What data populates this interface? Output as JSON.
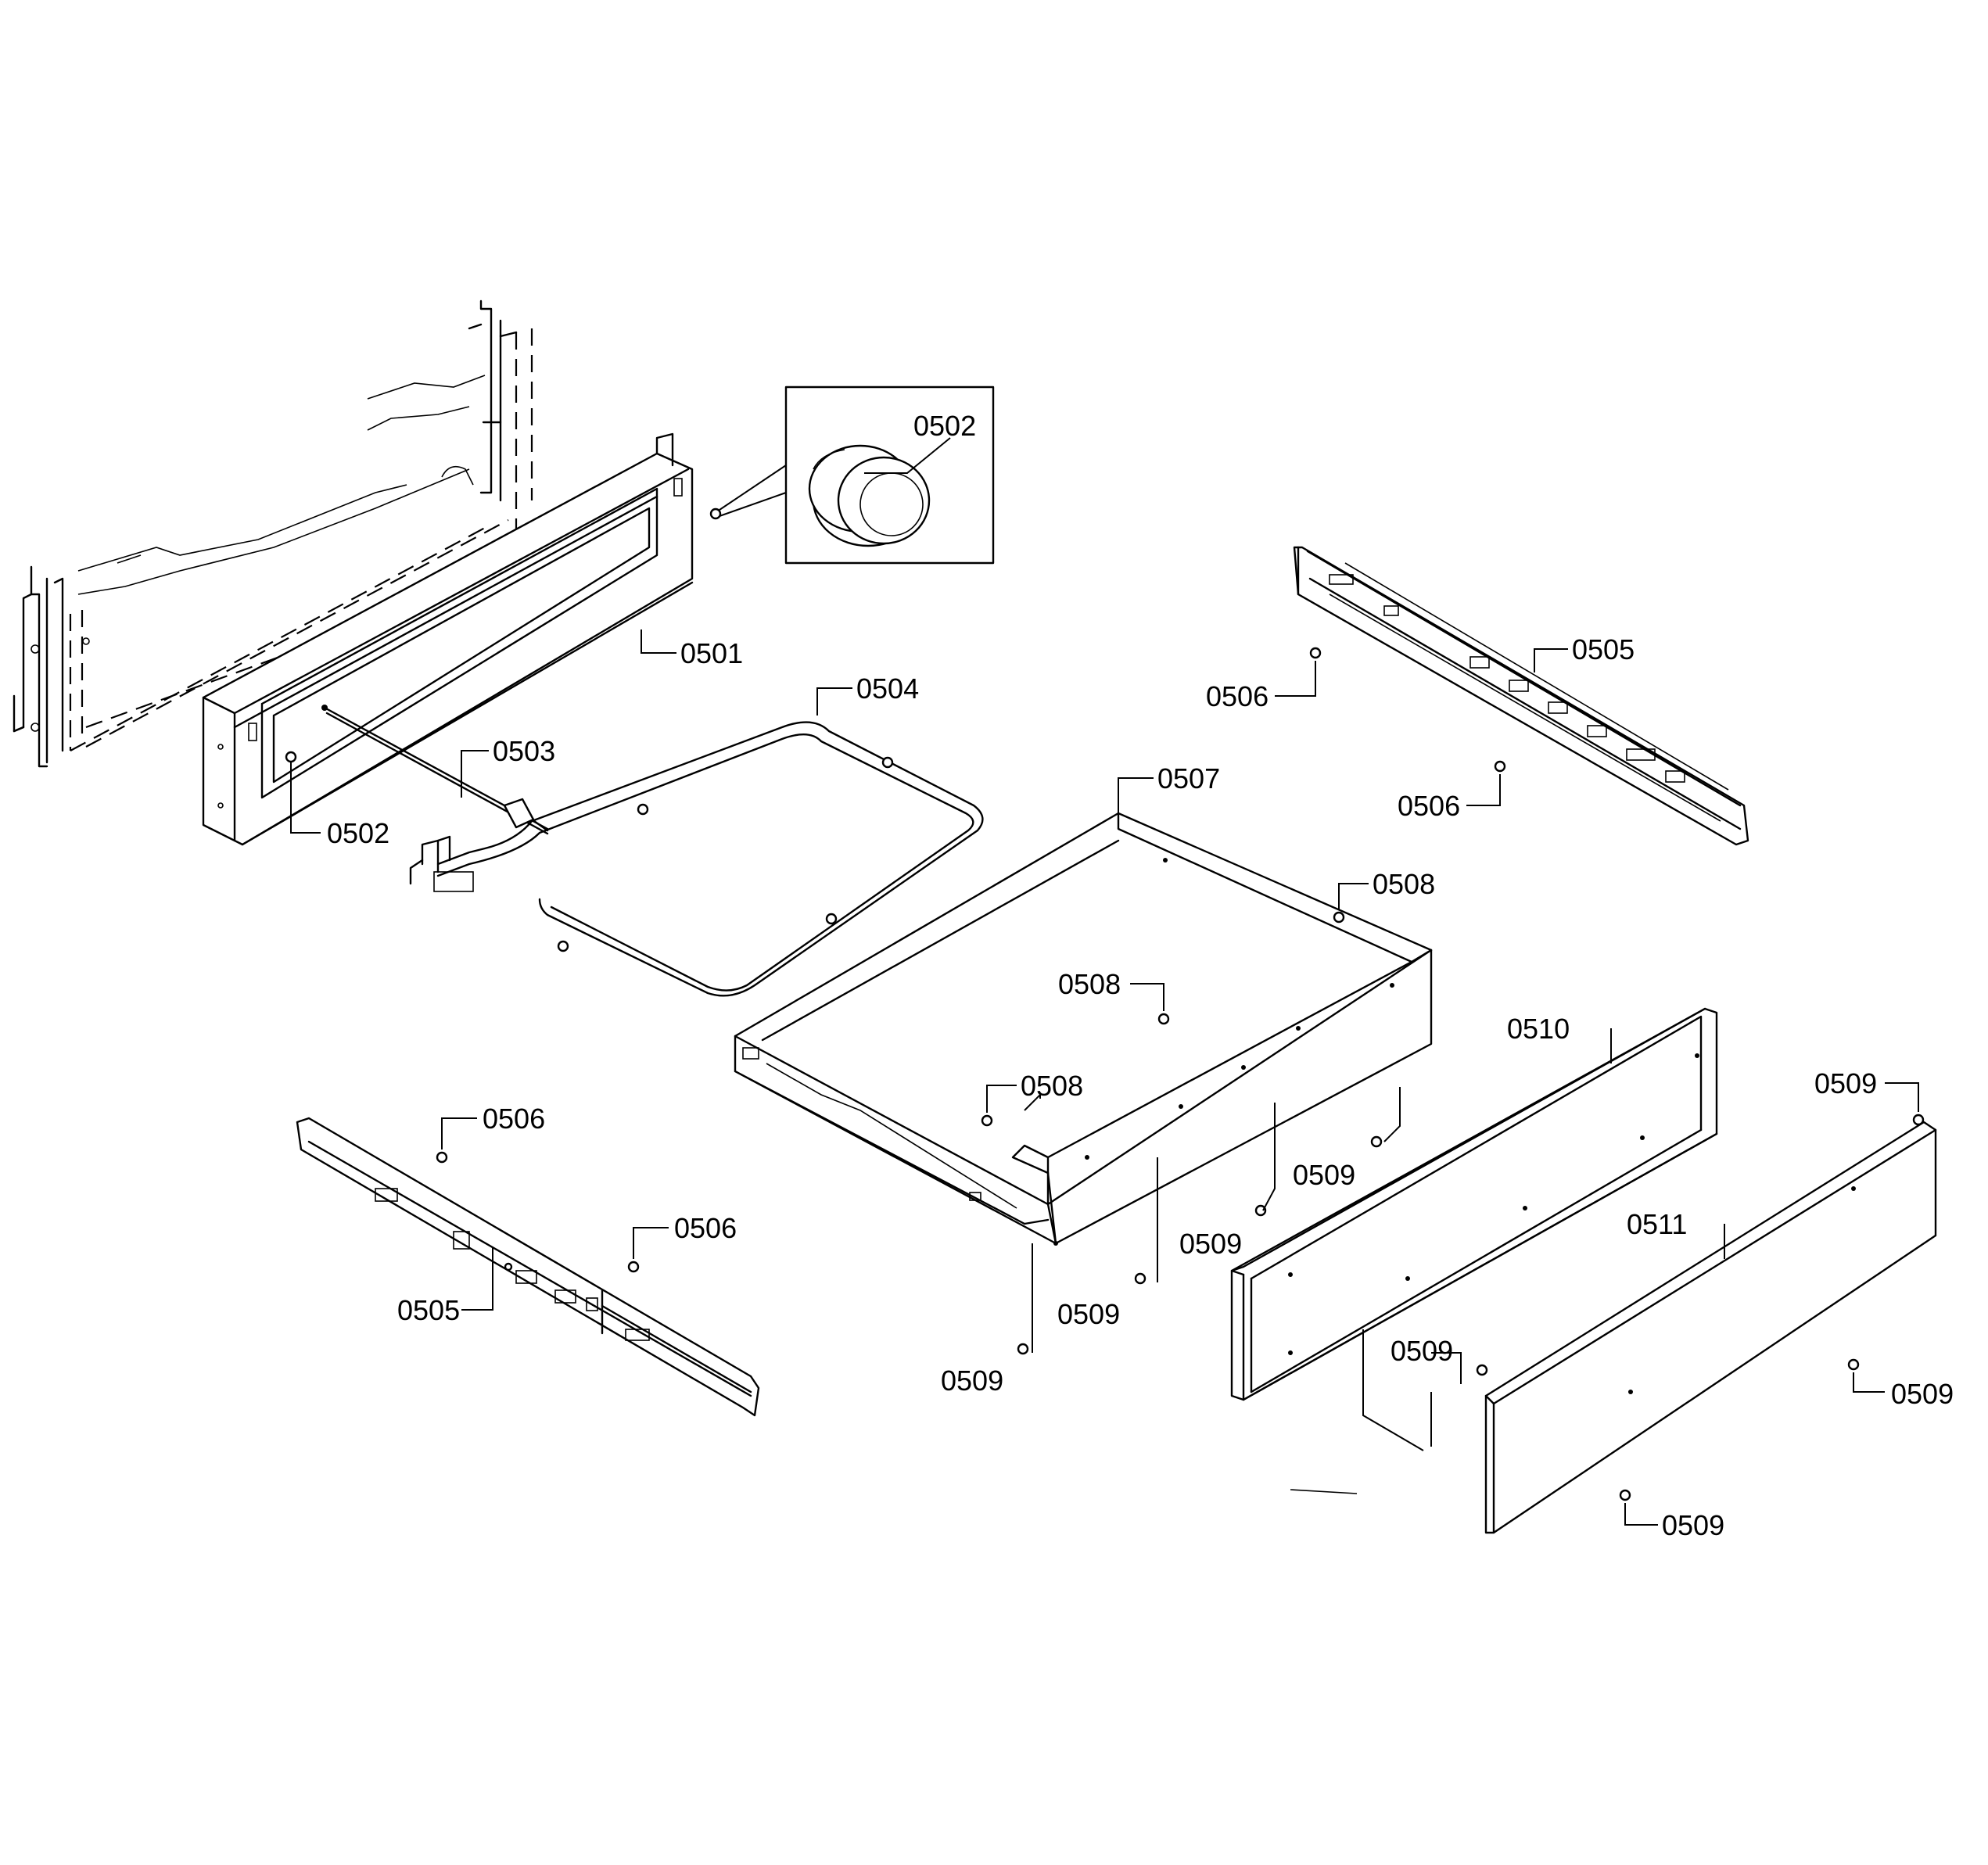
{
  "callouts": {
    "c0501": "0501",
    "c0502_detail": "0502",
    "c0502_frame": "0502",
    "c0503": "0503",
    "c0504": "0504",
    "c0505_right": "0505",
    "c0505_left": "0505",
    "c0506_right_top": "0506",
    "c0506_right_bottom": "0506",
    "c0506_left_top": "0506",
    "c0506_left_mid": "0506",
    "c0507": "0507",
    "c0508_a": "0508",
    "c0508_b": "0508",
    "c0508_c": "0508",
    "c0509_a": "0509",
    "c0509_b": "0509",
    "c0509_c": "0509",
    "c0509_d": "0509",
    "c0509_e": "0509",
    "c0509_f": "0509",
    "c0509_g": "0509",
    "c0509_h": "0509",
    "c0510": "0510",
    "c0511": "0511"
  }
}
